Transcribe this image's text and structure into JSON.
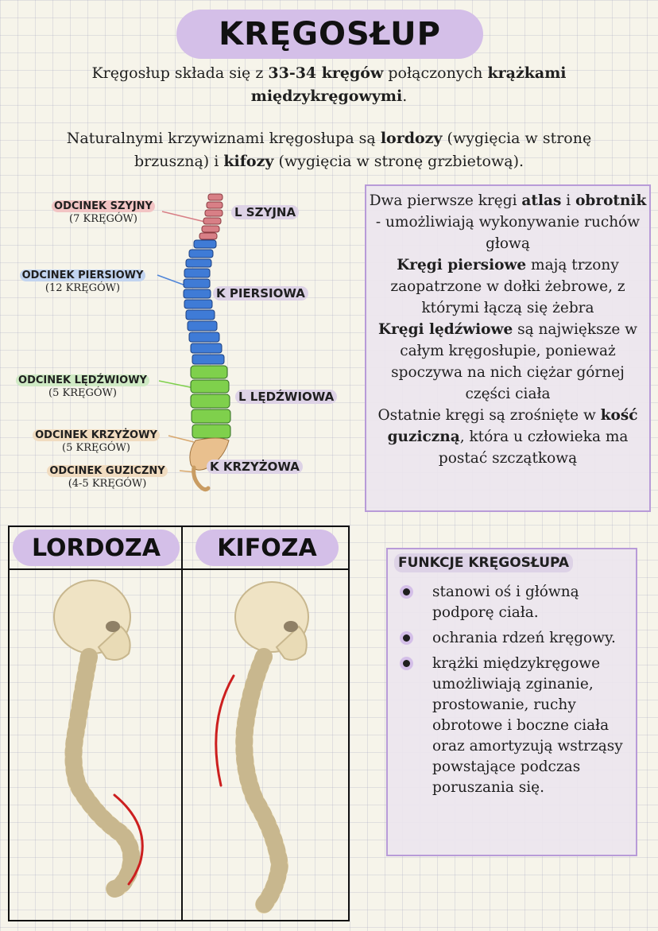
{
  "title": "KRĘGOSŁUP",
  "intro": {
    "p1_a": "Kręgosłup składa się z ",
    "p1_b": "33-34 kręgów",
    "p1_c": " połączonych ",
    "p1_d": "krążkami międzykręgowymi",
    "p1_e": ".",
    "p2_a": "Naturalnymi krzywiznami kręgosłupa są ",
    "p2_b": "lordozy",
    "p2_c": " (wygięcia w stronę brzuszną) i ",
    "p2_d": "kifozy",
    "p2_e": " (wygięcia w stronę grzbietową)."
  },
  "segments": [
    {
      "name": "ODCINEK SZYJNY",
      "count": "(7 KRĘGÓW)",
      "color": "#f2c4c4"
    },
    {
      "name": "ODCINEK PIERSIOWY",
      "count": "(12 KRĘGÓW)",
      "color": "#c2d4f0"
    },
    {
      "name": "ODCINEK LĘDŹWIOWY",
      "count": "(5 KRĘGÓW)",
      "color": "#cfeac4"
    },
    {
      "name": "ODCINEK KRZYŻOWY",
      "count": "(5 KRĘGÓW)",
      "color": "#f1dcc0"
    },
    {
      "name": "ODCINEK GUZICZNY",
      "count": "(4-5 KRĘGÓW)",
      "color": "#f1dcc0"
    }
  ],
  "curves": {
    "l_szyjna": "L SZYJNA",
    "k_piersiowa": "K PIERSIOWA",
    "l_ledzwiowa": "L LĘDŹWIOWA",
    "k_krzyzowa": "K KRZYŻOWA"
  },
  "info": {
    "s1_a": "Dwa pierwsze kręgi ",
    "s1_b": "atlas",
    "s1_c": " i ",
    "s1_d": "obrotnik",
    "s1_e": " - umożliwiają wykonywanie ruchów głową",
    "s2_b": "Kręgi piersiowe",
    "s2_e": " mają trzony zaopatrzone w dołki żebrowe, z którymi łączą się żebra",
    "s3_b": "Kręgi lędźwiowe",
    "s3_e": " są największe w całym kręgosłupie, ponieważ spoczywa na nich ciężar górnej części ciała",
    "s4_a": "Ostatnie kręgi są zrośnięte w ",
    "s4_b": "kość guziczną",
    "s4_e": ", która u człowieka ma postać szczątkową"
  },
  "lordoza_label": "LORDOZA",
  "kifoza_label": "KIFOZA",
  "functions": {
    "title": "FUNKCJE KRĘGOSŁUPA",
    "items": [
      "stanowi oś i główną podporę ciała.",
      "ochrania rdzeń kręgowy.",
      "krążki międzykręgowe umożliwiają zginanie, prostowanie, ruchy obrotowe i boczne ciała oraz amortyzują wstrząsy powstające podczas poruszania się."
    ]
  },
  "colors": {
    "accent_purple": "#d4bfe8",
    "box_border": "#b89bd8",
    "cervical": "#d87f86",
    "thoracic": "#3f7bd6",
    "lumbar": "#7fd04c",
    "sacrum": "#e9c08e",
    "curve_red": "#cc1f1f"
  }
}
